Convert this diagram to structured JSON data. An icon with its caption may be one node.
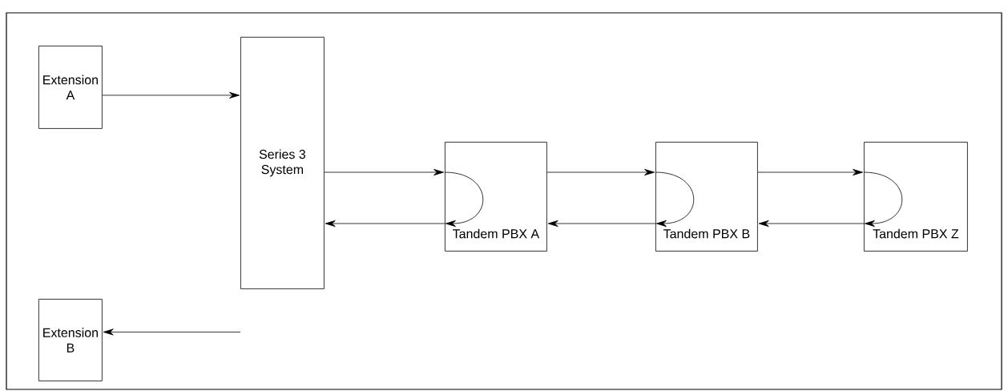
{
  "diagram": {
    "nodes": [
      {
        "text": [
          "Extension A"
        ]
      },
      {
        "text": [
          "Extension B"
        ]
      },
      {
        "text": [
          "Series 3 System"
        ]
      },
      {
        "text": [
          "Tandem PBX A"
        ]
      },
      {
        "text": [
          "Tandem PBX B"
        ]
      },
      {
        "text": [
          "Tandem PBX Z"
        ]
      }
    ],
    "edges": [
      {
        "from": 0,
        "to": 2,
        "arrow": "to"
      },
      {
        "from": 2,
        "to": 1,
        "arrow": "to"
      },
      {
        "from": 2,
        "to": 3,
        "arrow": "to"
      },
      {
        "from": 3,
        "to": 3,
        "arrow": "to"
      },
      {
        "from": 3,
        "to": 2,
        "arrow": "to"
      },
      {
        "from": 3,
        "to": 4,
        "arrow": "to"
      },
      {
        "from": 4,
        "to": 4,
        "arrow": "to"
      },
      {
        "from": 4,
        "to": 3,
        "arrow": "to"
      },
      {
        "from": 4,
        "to": 5,
        "arrow": "to"
      },
      {
        "from": 5,
        "to": 5,
        "arrow": "to"
      },
      {
        "from": 5,
        "to": 4,
        "arrow": "to"
      }
    ]
  }
}
